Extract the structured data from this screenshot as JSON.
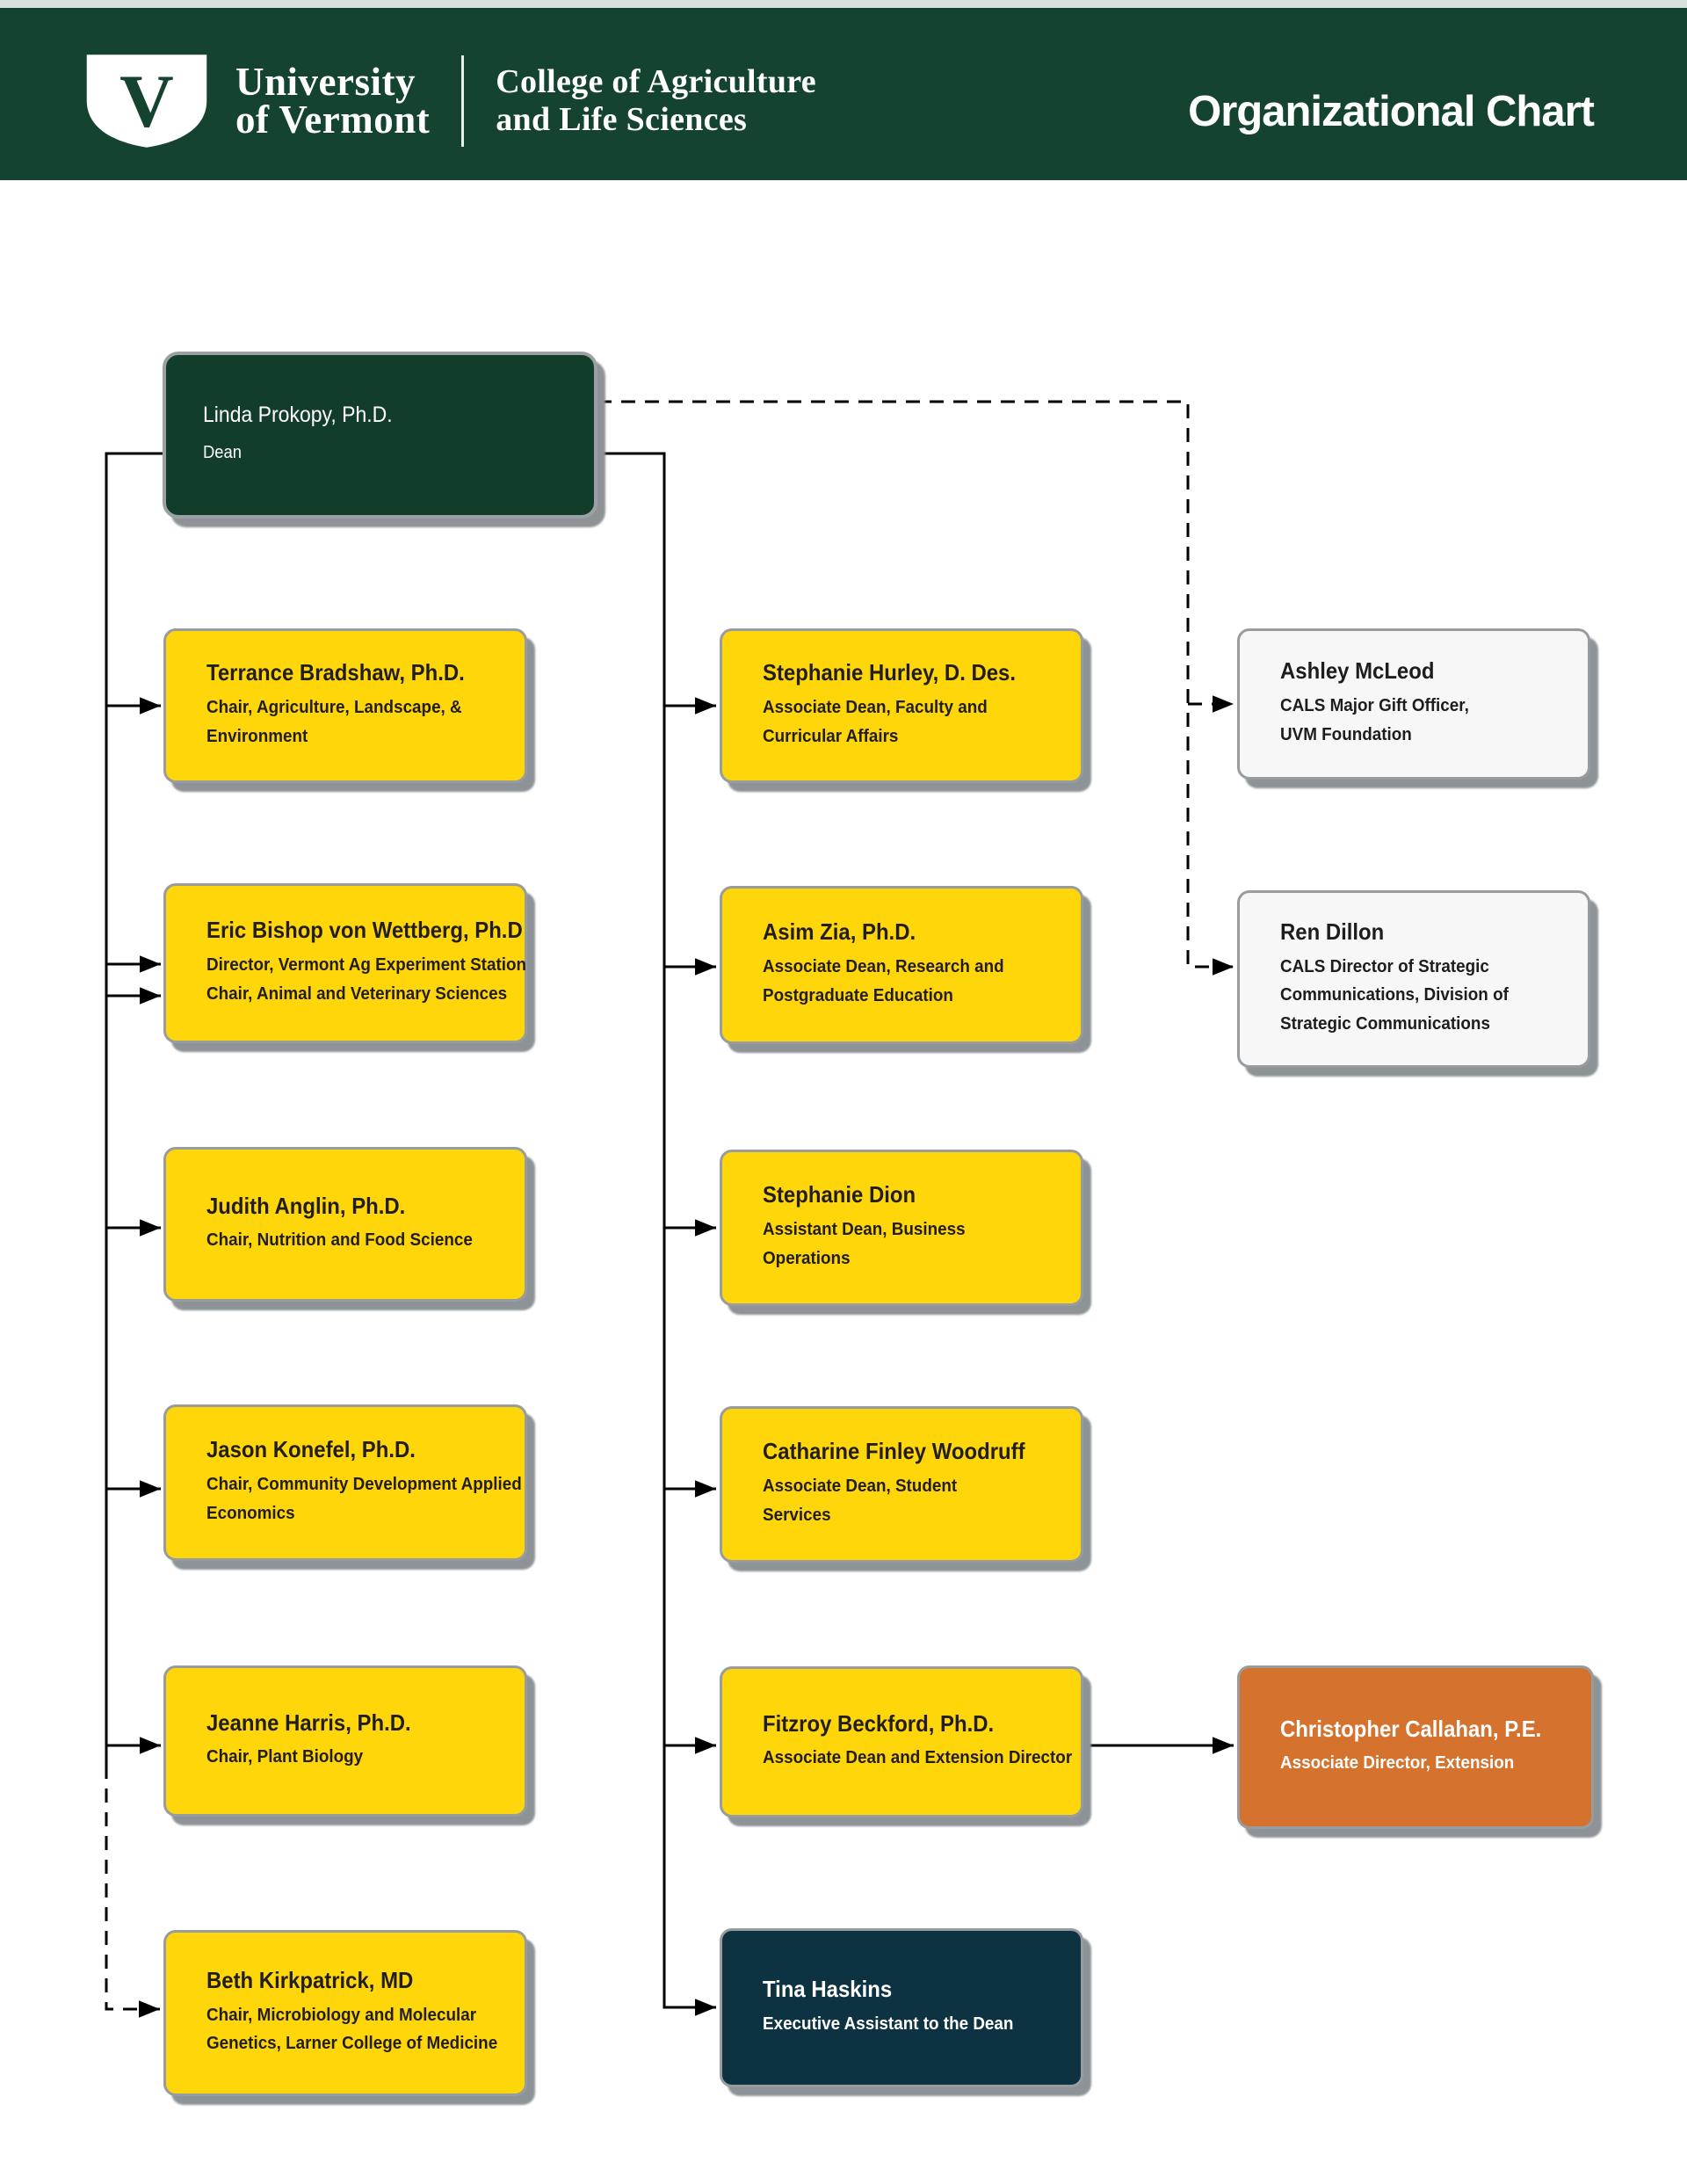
{
  "header": {
    "logo_letter": "V",
    "university_line1": "University",
    "university_line2": "of Vermont",
    "college_line1": "College of Agriculture",
    "college_line2": "and Life Sciences",
    "title": "Organizational Chart"
  },
  "dean": {
    "name": "Linda Prokopy, Ph.D.",
    "title": "Dean"
  },
  "left_column": [
    {
      "name": "Terrance Bradshaw, Ph.D.",
      "title": "Chair, Agriculture, Landscape, &",
      "title2": "Environment"
    },
    {
      "name": "Eric Bishop von Wettberg, Ph.D",
      "title": "Director, Vermont Ag Experiment Station",
      "title2": "Chair, Animal and Veterinary Sciences"
    },
    {
      "name": "Judith Anglin, Ph.D.",
      "title": "Chair, Nutrition and Food Science"
    },
    {
      "name": "Jason Konefel, Ph.D.",
      "title": "Chair, Community Development Applied",
      "title2": "Economics"
    },
    {
      "name": "Jeanne Harris, Ph.D.",
      "title": "Chair, Plant Biology"
    },
    {
      "name": "Beth Kirkpatrick, MD",
      "title": "Chair, Microbiology and Molecular",
      "title2": "Genetics, Larner College of Medicine"
    }
  ],
  "middle_column": [
    {
      "name": "Stephanie Hurley, D. Des.",
      "title": "Associate Dean, Faculty and",
      "title2": "Curricular Affairs"
    },
    {
      "name": "Asim Zia, Ph.D.",
      "title": "Associate Dean, Research and",
      "title2": "Postgraduate Education"
    },
    {
      "name": "Stephanie Dion",
      "title": "Assistant Dean, Business",
      "title2": "Operations"
    },
    {
      "name": "Catharine Finley Woodruff",
      "title": "Associate Dean, Student",
      "title2": "Services"
    },
    {
      "name": "Fitzroy Beckford, Ph.D.",
      "title": "Associate Dean and Extension Director"
    },
    {
      "name": "Tina Haskins",
      "title": "Executive Assistant to the Dean"
    }
  ],
  "right_column": [
    {
      "name": "Ashley McLeod",
      "title": "CALS Major Gift Officer,",
      "title2": "UVM Foundation"
    },
    {
      "name": "Ren Dillon",
      "title": "CALS Director of Strategic",
      "title2": "Communications, Division of",
      "title3": "Strategic Communications"
    },
    {
      "name": "Christopher Callahan, P.E.",
      "title": "Associate Director, Extension"
    }
  ],
  "colors": {
    "uvm_green": "#14432f",
    "dean_green": "#133d2b",
    "gold": "#ffd60a",
    "navy": "#0d3342",
    "orange": "#d5732e",
    "light_box": "#f7f7f7",
    "box_border": "#989c9e",
    "shadow_gray": "#8d9396",
    "top_strip": "#d6e2da",
    "connector_black": "#000000"
  }
}
